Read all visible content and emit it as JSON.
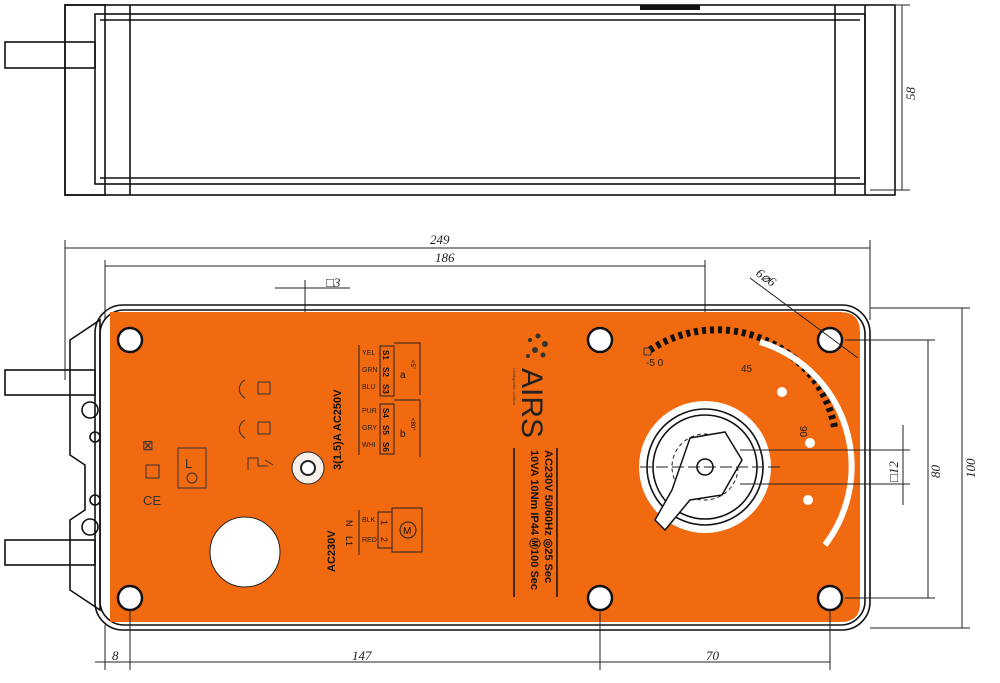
{
  "dimensions": {
    "height_top": "58",
    "overall_length": "249",
    "hole_span": "186",
    "square_shaft": "□3",
    "holes": "6⌀6",
    "shaft_square": "□12",
    "hole_vertical": "80",
    "overall_height": "100",
    "left_offset": "8",
    "hole_to_shaft": "147",
    "shaft_to_hole": "70"
  },
  "brand": {
    "name": "AIRS",
    "tagline": "creating better solutions"
  },
  "rating": {
    "line1": "AC230V 50/60Hz ◎25 Sec",
    "line2": "10VA 10Nm IP44 Ⓜ100 Sec"
  },
  "aux_switch": {
    "rating": "3(1.5)A AC250V",
    "wires": [
      "YEL",
      "GRN",
      "BLU",
      "PUR",
      "GRY",
      "WHI"
    ],
    "terminals": [
      "S1",
      "S2",
      "S3",
      "S4",
      "S5",
      "S6"
    ],
    "switch_a": "a",
    "switch_b": "b",
    "angle_a": "<5°",
    "angle_b": "<80°"
  },
  "motor": {
    "rating": "AC230V",
    "wires": [
      "BLK",
      "RED"
    ],
    "terminals": [
      "1",
      "2"
    ],
    "labels": [
      "N",
      "L1"
    ],
    "symbol": "M"
  },
  "scale": {
    "start": "-5 0",
    "mid": "45",
    "end": "90"
  },
  "marks": {
    "ce": "CE",
    "lock": "L"
  },
  "colors": {
    "body": "#f26a10",
    "outline": "#111111"
  }
}
